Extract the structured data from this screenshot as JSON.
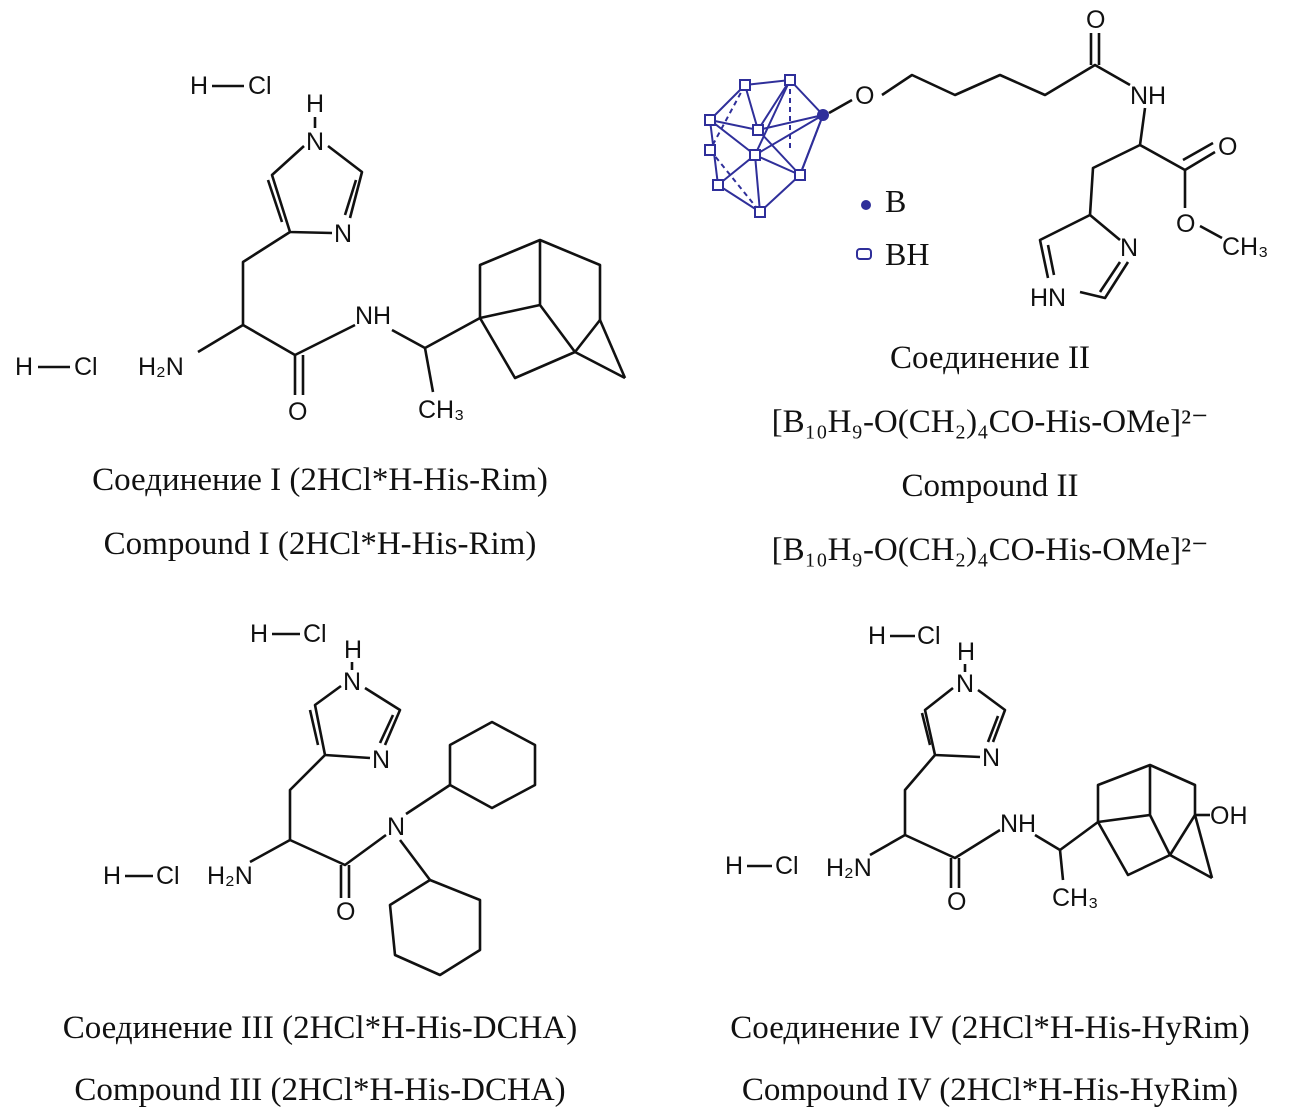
{
  "atoms": {
    "H": "H",
    "Cl": "Cl",
    "N": "N",
    "NH": "NH",
    "HN": "HN",
    "O": "O",
    "H2N": "H₂N",
    "CH3": "CH₃",
    "OH": "OH"
  },
  "legend": {
    "B": "B",
    "BH": "BH"
  },
  "compound1": {
    "caption_ru": "Соединение I (2HCl*H-His-Rim)",
    "caption_en": "Compound I (2HCl*H-His-Rim)"
  },
  "compound2": {
    "caption_ru": "Соединение II",
    "formula_ru": "[B₁₀H₉-O(CH₂)₄CO-His-OMe]²⁻",
    "caption_en": "Compound II",
    "formula_en": "[B₁₀H₉-O(CH₂)₄CO-His-OMe]²⁻"
  },
  "compound3": {
    "caption_ru": "Соединение III (2HCl*H-His-DCHA)",
    "caption_en": "Compound III (2HCl*H-His-DCHA)"
  },
  "compound4": {
    "caption_ru": "Соединение IV (2HCl*H-His-HyRim)",
    "caption_en": "Compound IV (2HCl*H-His-HyRim)"
  },
  "colors": {
    "boron_cluster": "#2f2f9a"
  }
}
